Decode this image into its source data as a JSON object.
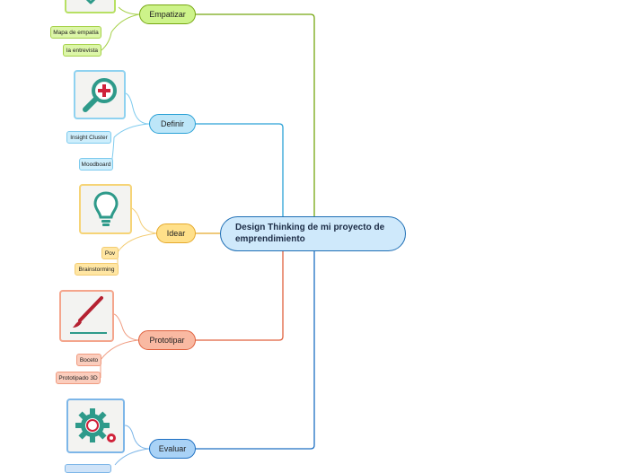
{
  "central": {
    "title": "Design Thinking de mi proyecto de emprendimiento"
  },
  "branches": [
    {
      "label": "Empatizar",
      "color": "#76a712",
      "fill": "#cdf38a",
      "icon": "heart-check-icon",
      "leaves": [
        "Mapa de empatía",
        "la entrevista"
      ]
    },
    {
      "label": "Definir",
      "color": "#2aa1d6",
      "fill": "#bde6f8",
      "icon": "magnifier-plus-icon",
      "leaves": [
        "Insight Cluster",
        "Moodboard"
      ]
    },
    {
      "label": "Idear",
      "color": "#e5a92c",
      "fill": "#ffe08a",
      "icon": "lightbulb-icon",
      "leaves": [
        "Pov",
        "Brainstorming"
      ]
    },
    {
      "label": "Prototipar",
      "color": "#e0603d",
      "fill": "#f9b9a2",
      "icon": "pen-draw-icon",
      "leaves": [
        "Boceto",
        "Prototipado 3D"
      ]
    },
    {
      "label": "Evaluar",
      "color": "#1d6fc2",
      "fill": "#a9d2f6",
      "icon": "gears-icon",
      "leaves": []
    }
  ]
}
